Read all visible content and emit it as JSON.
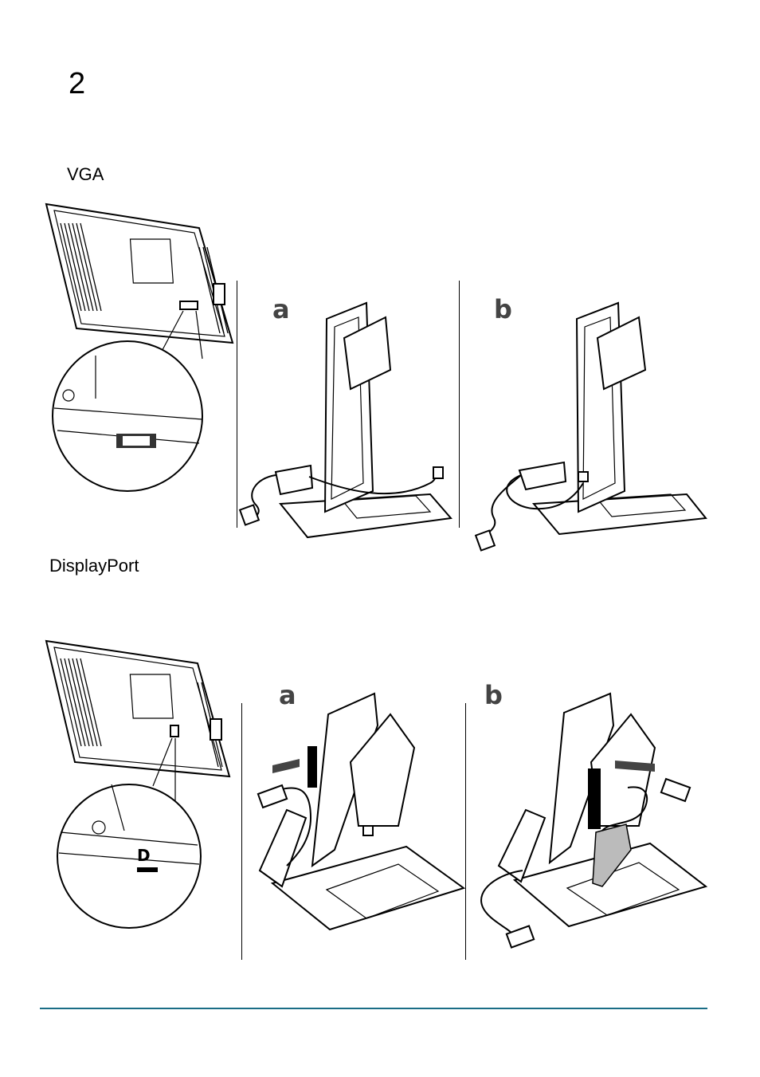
{
  "step": {
    "number": "2"
  },
  "sections": {
    "vga": {
      "heading": "VGA",
      "panel_a": "a",
      "panel_b": "b"
    },
    "displayport": {
      "heading": "DisplayPort",
      "panel_a": "a",
      "panel_b": "b"
    }
  },
  "colors": {
    "rule": "#1a6d86",
    "label": "#444444"
  }
}
